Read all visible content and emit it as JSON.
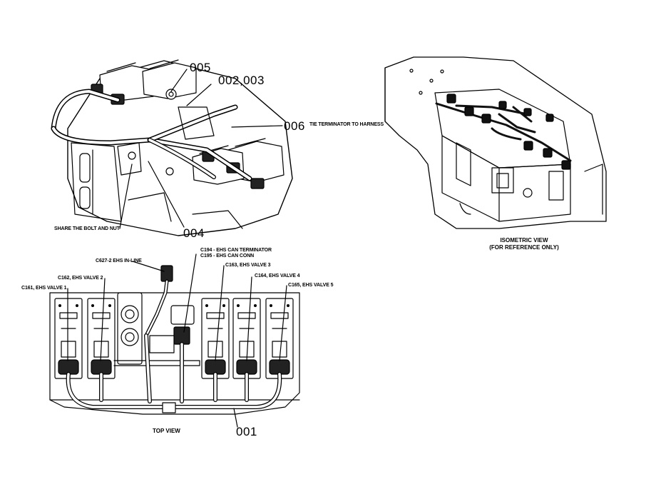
{
  "callouts": {
    "c005": "005",
    "c002_003": "002,003",
    "c006": "006",
    "c006_note": "TIE TERMINATOR TO HARNESS",
    "c004": "004",
    "c001": "001",
    "share_bolt": "SHARE THE BOLT AND NUT"
  },
  "iso_view": {
    "line1": "ISOMETRIC VIEW",
    "line2": "(FOR REFERENCE ONLY)"
  },
  "top_view": {
    "title": "TOP VIEW",
    "c627": "C627-2 EHS IN-LINE",
    "c194": "C194 - EHS CAN TERMINATOR",
    "c195": "C195 - EHS CAN CONN",
    "c161": "C161, EHS VALVE 1",
    "c162": "C162, EHS VALVE 2",
    "c163": "C163, EHS VALVE 3",
    "c164": "C164, EHS VALVE 4",
    "c165": "C165,  EHS VALVE 5"
  }
}
